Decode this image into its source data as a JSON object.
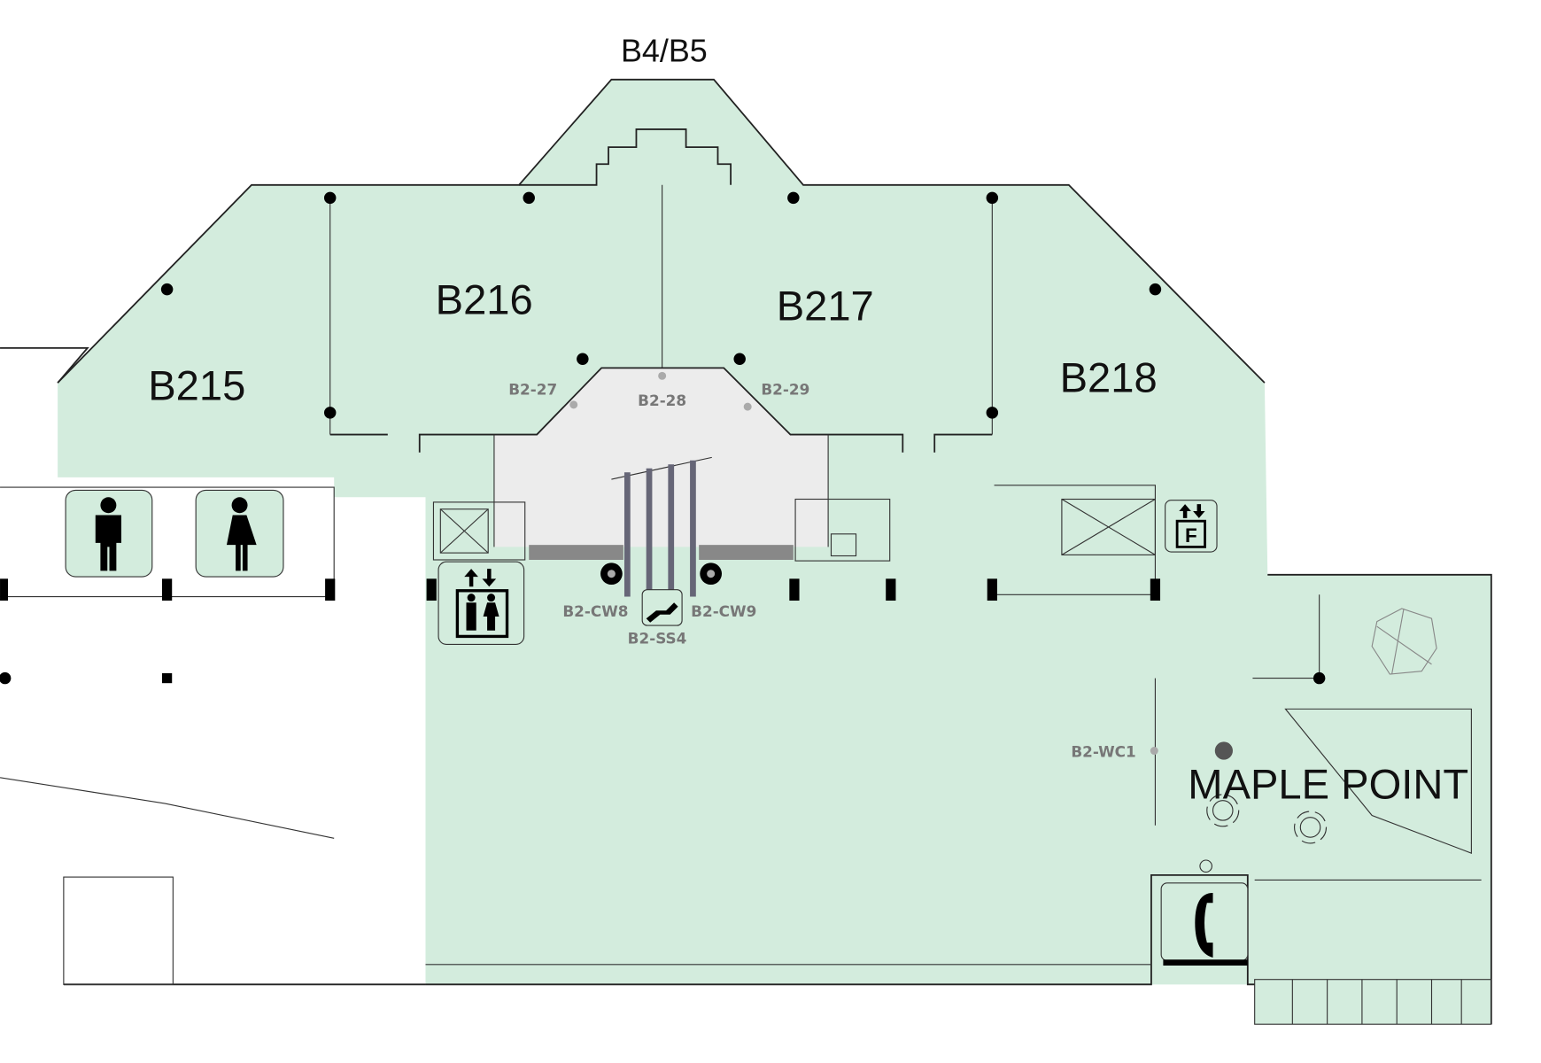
{
  "map": {
    "colors": {
      "floor": "#d3ecdd",
      "atrium": "#ececec",
      "wall": "#222222",
      "code_label": "#777777"
    },
    "rooms": [
      {
        "id": "B4/B5",
        "label": "B4/B5"
      },
      {
        "id": "B215",
        "label": "B215"
      },
      {
        "id": "B216",
        "label": "B216"
      },
      {
        "id": "B217",
        "label": "B217"
      },
      {
        "id": "B218",
        "label": "B218"
      },
      {
        "id": "MAPLE POINT",
        "label": "MAPLE POINT"
      }
    ],
    "points": [
      {
        "label": "B2-27"
      },
      {
        "label": "B2-28"
      },
      {
        "label": "B2-29"
      },
      {
        "label": "B2-CW8"
      },
      {
        "label": "B2-CW9"
      },
      {
        "label": "B2-SS4"
      },
      {
        "label": "B2-WC1"
      }
    ],
    "icons": [
      "mens-restroom-icon",
      "womens-restroom-icon",
      "elevator-icon",
      "freight-elevator-icon",
      "escalator-icon",
      "telephone-icon"
    ],
    "freight_letter": "F"
  }
}
